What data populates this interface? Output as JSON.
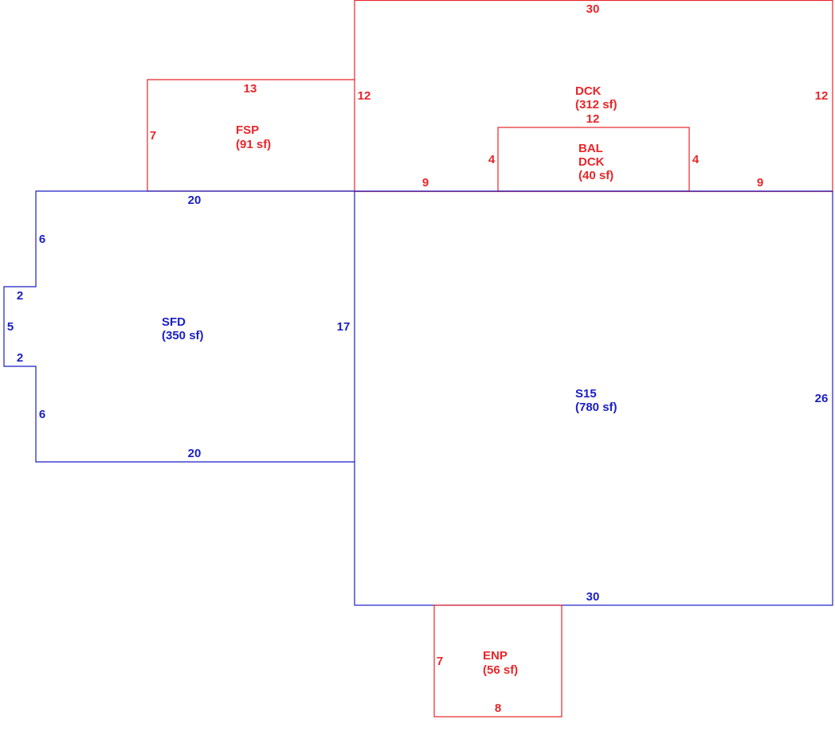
{
  "colors": {
    "red": "#e8262a",
    "blue": "#1a1fc4"
  },
  "areas": {
    "dck": {
      "code": "DCK",
      "area": "(312 sf)"
    },
    "fsp": {
      "code": "FSP",
      "area": "(91 sf)"
    },
    "bal": {
      "code1": "BAL",
      "code2": "DCK",
      "area": "(40 sf)"
    },
    "sfd": {
      "code": "SFD",
      "area": "(350 sf)"
    },
    "s15": {
      "code": "S15",
      "area": "(780 sf)"
    },
    "enp": {
      "code": "ENP",
      "area": "(56 sf)"
    }
  },
  "dims": {
    "dck_top": "30",
    "dck_left": "12",
    "dck_right": "12",
    "dck_bottom_left": "9",
    "dck_bottom_right": "9",
    "fsp_top": "13",
    "fsp_left": "7",
    "bal_top": "12",
    "bal_left": "4",
    "bal_right": "4",
    "sfd_top": "20",
    "sfd_upper_left": "6",
    "sfd_bump_top": "2",
    "sfd_bump_left": "5",
    "sfd_bump_bottom": "2",
    "sfd_lower_left": "6",
    "sfd_bottom": "20",
    "sfd_right": "17",
    "s15_right": "26",
    "s15_bottom": "30",
    "enp_left": "7",
    "enp_bottom": "8"
  }
}
